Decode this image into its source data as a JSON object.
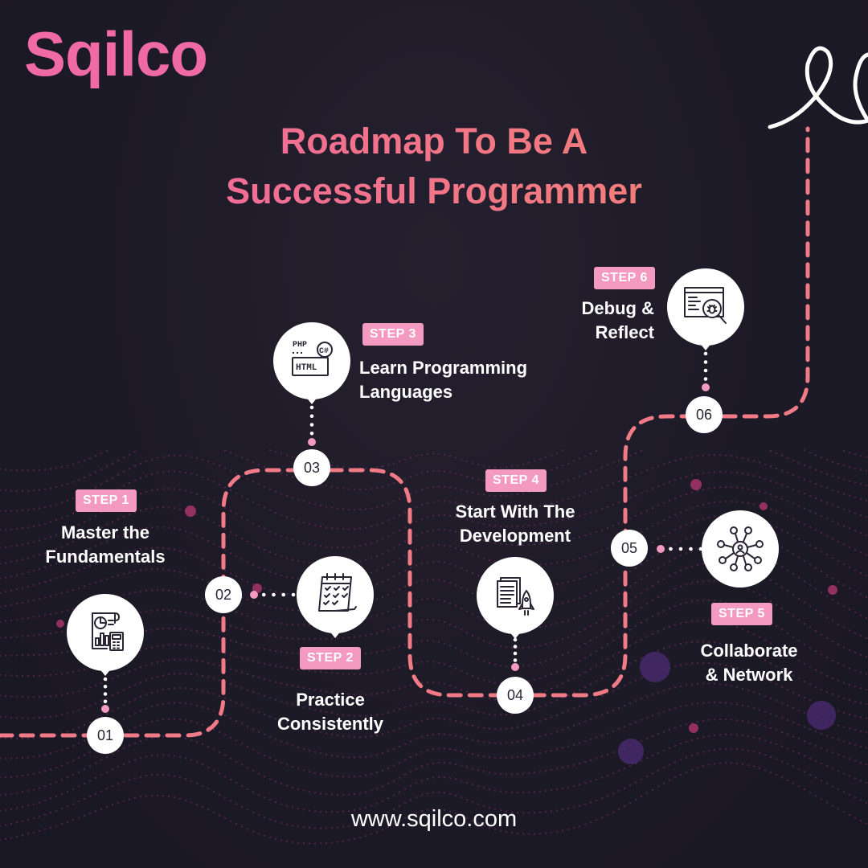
{
  "brand": {
    "logo": "Sqilco",
    "url": "www.sqilco.com"
  },
  "title": {
    "line1": "Roadmap To Be A",
    "line2": "Successful Programmer"
  },
  "colors": {
    "background": "#1d1a27",
    "accent_pink": "#f06aa6",
    "accent_orange": "#f4866b",
    "path": "#f07a85",
    "badge": "#f49ac0",
    "dots": "#7c2d66"
  },
  "steps": [
    {
      "badge": "STEP 1",
      "label": [
        "Master the",
        "Fundamentals"
      ],
      "number": "01",
      "icon": "analytics-report-icon"
    },
    {
      "badge": "STEP 2",
      "label": [
        "Practice",
        "Consistently"
      ],
      "number": "02",
      "icon": "checklist-calendar-icon"
    },
    {
      "badge": "STEP 3",
      "label": [
        "Learn Programming",
        "Languages"
      ],
      "number": "03",
      "icon": "code-languages-icon",
      "icon_text": {
        "php": "PHP",
        "cs": "C#",
        "html": "HTML"
      }
    },
    {
      "badge": "STEP 4",
      "label": [
        "Start With The",
        "Development"
      ],
      "number": "04",
      "icon": "document-rocket-icon"
    },
    {
      "badge": "STEP 5",
      "label": [
        "Collaborate",
        "& Network"
      ],
      "number": "05",
      "icon": "network-people-icon"
    },
    {
      "badge": "STEP 6",
      "label": [
        "Debug &",
        "Reflect"
      ],
      "number": "06",
      "icon": "debug-magnifier-icon"
    }
  ]
}
